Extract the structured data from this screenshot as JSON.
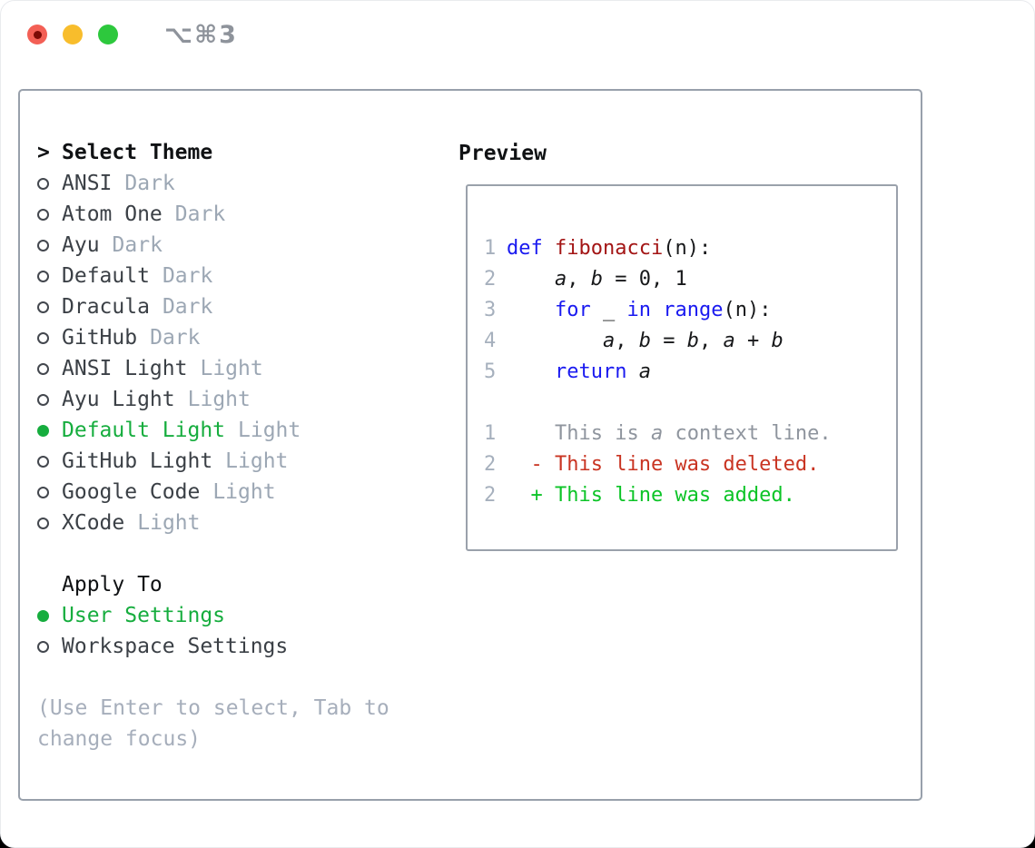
{
  "window": {
    "title": "⌥⌘3"
  },
  "colors": {
    "accent_green": "#16ad3e",
    "keyword_blue": "#1a1af0",
    "function_red": "#a31515",
    "deleted_red": "#c93422",
    "added_green": "#0cc427",
    "muted_gray": "#9ca7b4"
  },
  "theme_picker": {
    "prompt": ">",
    "title": "Select Theme",
    "items": [
      {
        "name": "ANSI",
        "tag": "Dark",
        "selected": false
      },
      {
        "name": "Atom One",
        "tag": "Dark",
        "selected": false
      },
      {
        "name": "Ayu",
        "tag": "Dark",
        "selected": false
      },
      {
        "name": "Default",
        "tag": "Dark",
        "selected": false
      },
      {
        "name": "Dracula",
        "tag": "Dark",
        "selected": false
      },
      {
        "name": "GitHub",
        "tag": "Dark",
        "selected": false
      },
      {
        "name": "ANSI Light",
        "tag": "Light",
        "selected": false
      },
      {
        "name": "Ayu Light",
        "tag": "Light",
        "selected": false
      },
      {
        "name": "Default Light",
        "tag": "Light",
        "selected": true
      },
      {
        "name": "GitHub Light",
        "tag": "Light",
        "selected": false
      },
      {
        "name": "Google Code",
        "tag": "Light",
        "selected": false
      },
      {
        "name": "XCode",
        "tag": "Light",
        "selected": false
      }
    ],
    "apply_to": {
      "title": "Apply To",
      "options": [
        {
          "label": "User Settings",
          "selected": true
        },
        {
          "label": "Workspace Settings",
          "selected": false
        }
      ]
    },
    "hint": "(Use Enter to select, Tab to change focus)"
  },
  "preview": {
    "title": "Preview",
    "lines": [
      {
        "num": "1",
        "segments": [
          {
            "text": "def ",
            "color": "keyword"
          },
          {
            "text": "fibonacci",
            "color": "function"
          },
          {
            "text": "(n):",
            "color": "code"
          }
        ]
      },
      {
        "num": "2",
        "segments": [
          {
            "text": "    ",
            "color": "code"
          },
          {
            "text": "a",
            "color": "code",
            "italic": true
          },
          {
            "text": ", ",
            "color": "code"
          },
          {
            "text": "b",
            "color": "code",
            "italic": true
          },
          {
            "text": " = 0, 1",
            "color": "code"
          }
        ]
      },
      {
        "num": "3",
        "segments": [
          {
            "text": "    ",
            "color": "code"
          },
          {
            "text": "for",
            "color": "keyword"
          },
          {
            "text": " _ ",
            "color": "code"
          },
          {
            "text": "in",
            "color": "keyword"
          },
          {
            "text": " ",
            "color": "code"
          },
          {
            "text": "range",
            "color": "keyword"
          },
          {
            "text": "(n):",
            "color": "code"
          }
        ]
      },
      {
        "num": "4",
        "segments": [
          {
            "text": "        ",
            "color": "code"
          },
          {
            "text": "a",
            "color": "code",
            "italic": true
          },
          {
            "text": ", ",
            "color": "code"
          },
          {
            "text": "b",
            "color": "code",
            "italic": true
          },
          {
            "text": " = ",
            "color": "code"
          },
          {
            "text": "b",
            "color": "code",
            "italic": true
          },
          {
            "text": ", ",
            "color": "code"
          },
          {
            "text": "a",
            "color": "code",
            "italic": true
          },
          {
            "text": " + ",
            "color": "code"
          },
          {
            "text": "b",
            "color": "code",
            "italic": true
          }
        ]
      },
      {
        "num": "5",
        "segments": [
          {
            "text": "    ",
            "color": "code"
          },
          {
            "text": "return",
            "color": "keyword"
          },
          {
            "text": " ",
            "color": "code"
          },
          {
            "text": "a",
            "color": "code",
            "italic": true
          }
        ]
      },
      {
        "num": "",
        "segments": []
      },
      {
        "num": "1",
        "segments": [
          {
            "text": "    This is ",
            "color": "context"
          },
          {
            "text": "a",
            "color": "context",
            "italic": true
          },
          {
            "text": " context line.",
            "color": "context"
          }
        ]
      },
      {
        "num": "2",
        "segments": [
          {
            "text": "  - This line was deleted.",
            "color": "deleted"
          }
        ]
      },
      {
        "num": "2",
        "segments": [
          {
            "text": "  + This line was added.",
            "color": "added"
          }
        ]
      }
    ]
  }
}
